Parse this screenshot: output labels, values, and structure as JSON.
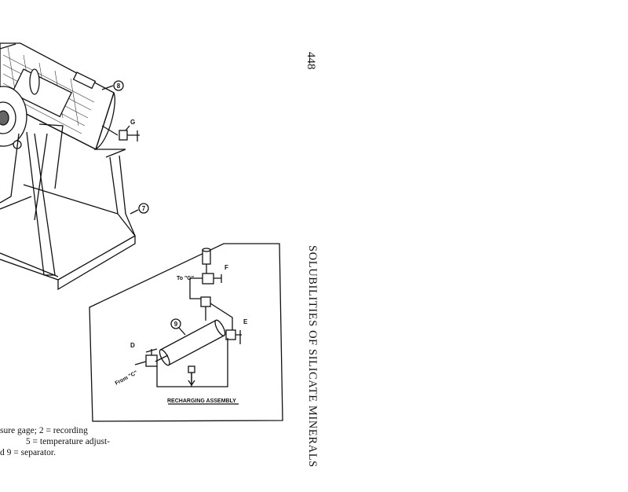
{
  "page": {
    "page_number": "448",
    "running_head": "SOLUBILITIES OF SILICATE MINERALS",
    "caption_lines": [
      "sure gage; 2 = recording",
      "5 = temperature adjust-",
      "d 9 = separator."
    ]
  },
  "figure": {
    "callouts": [
      "8",
      "7",
      "9"
    ],
    "valve_labels": {
      "g": "G",
      "f": "F",
      "e": "E",
      "d": "D"
    },
    "to_label": "To \"G\"",
    "from_label": "From \"C\"",
    "inset_title": "RECHARGING ASSEMBLY"
  }
}
